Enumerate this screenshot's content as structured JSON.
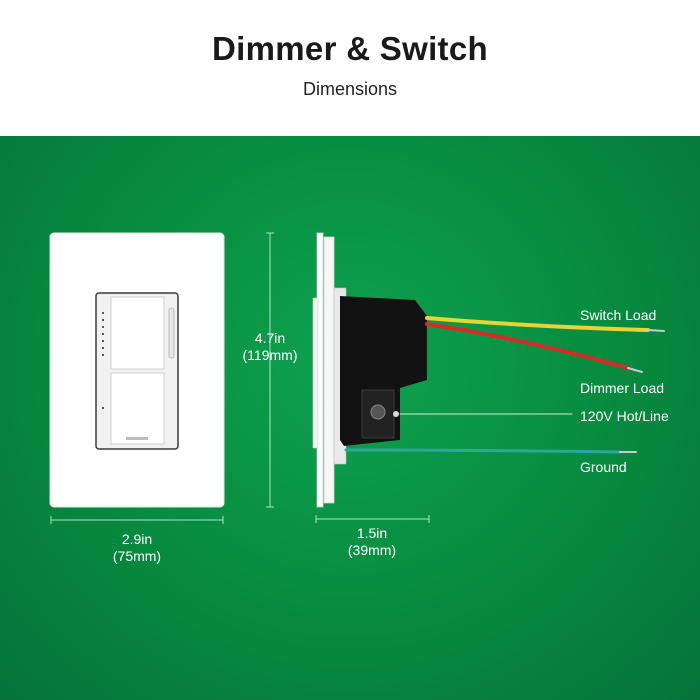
{
  "header": {
    "title": "Dimmer & Switch",
    "subtitle": "Dimensions"
  },
  "dimensions": {
    "width_in": "2.9in",
    "width_mm": "(75mm)",
    "height_in": "4.7in",
    "height_mm": "(119mm)",
    "depth_in": "1.5in",
    "depth_mm": "(39mm)"
  },
  "wires": {
    "switch_load": "Switch Load",
    "dimmer_load": "Dimmer Load",
    "hot_line": "120V Hot/Line",
    "ground": "Ground"
  },
  "colors": {
    "background_green": "#078a3f",
    "switch_load_wire": "#e8d531",
    "dimmer_load_wire": "#d92b25",
    "ground_wire": "#2aa89a",
    "faceplate": "#ffffff",
    "housing": "#111111"
  }
}
